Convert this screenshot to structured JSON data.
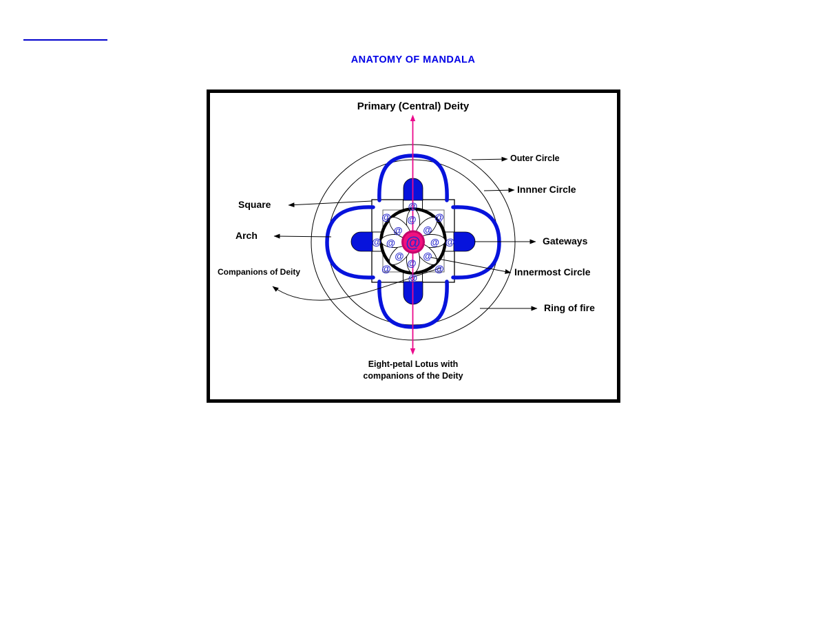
{
  "title": {
    "text": "ANATOMY OF MANDALA"
  },
  "diagram": {
    "top_label": "Primary (Central) Deity",
    "caption_line1": "Eight-petal Lotus with",
    "caption_line2": "companions of the Deity",
    "labels": {
      "outer_circle": "Outer Circle",
      "inner_circle": "Innner Circle",
      "square": "Square",
      "arch": "Arch",
      "gateways": "Gateways",
      "companions": "Companions of Deity",
      "innermost_circle": "Innermost Circle",
      "ring_of_fire": "Ring of fire"
    },
    "at_char": "@"
  },
  "colors": {
    "blue": "#0713DC",
    "at_blue": "#2A2ACF",
    "center_fill": "#F0117E",
    "center_stroke": "#C4006B",
    "magenta": "#EB0A8C",
    "title_blue": "#0000E6",
    "rule_blue": "#0000CC",
    "black": "#000000"
  }
}
